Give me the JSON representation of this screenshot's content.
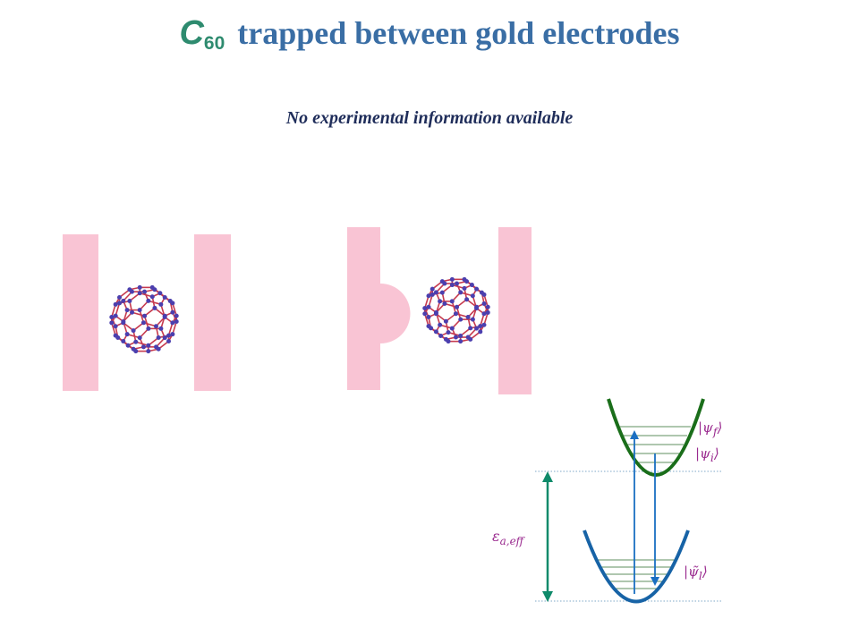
{
  "title": {
    "molecule_symbol": "C",
    "molecule_subscript": "60",
    "text": "trapped between gold electrodes"
  },
  "subtitle": "No experimental information available",
  "colors": {
    "electrode": "#f9c4d4",
    "upper_parabola": "#1a6e1a",
    "lower_parabola": "#1763a6",
    "arrow": "#1a6fc2",
    "energy_arrow": "#0f8a6a",
    "state_label": "#9a2a8f",
    "c60_bond": "#c63a4e",
    "c60_atom": "#4b3fae"
  },
  "diagram": {
    "upper_state_final": "|ψ",
    "upper_state_final_sub": "f",
    "upper_state_initial": "|ψ",
    "upper_state_initial_sub": "i",
    "lower_state": "|ψ̃",
    "lower_state_sub": "l",
    "energy_label": "ε",
    "energy_label_sub": "a,eff",
    "ket_close": "⟩"
  }
}
